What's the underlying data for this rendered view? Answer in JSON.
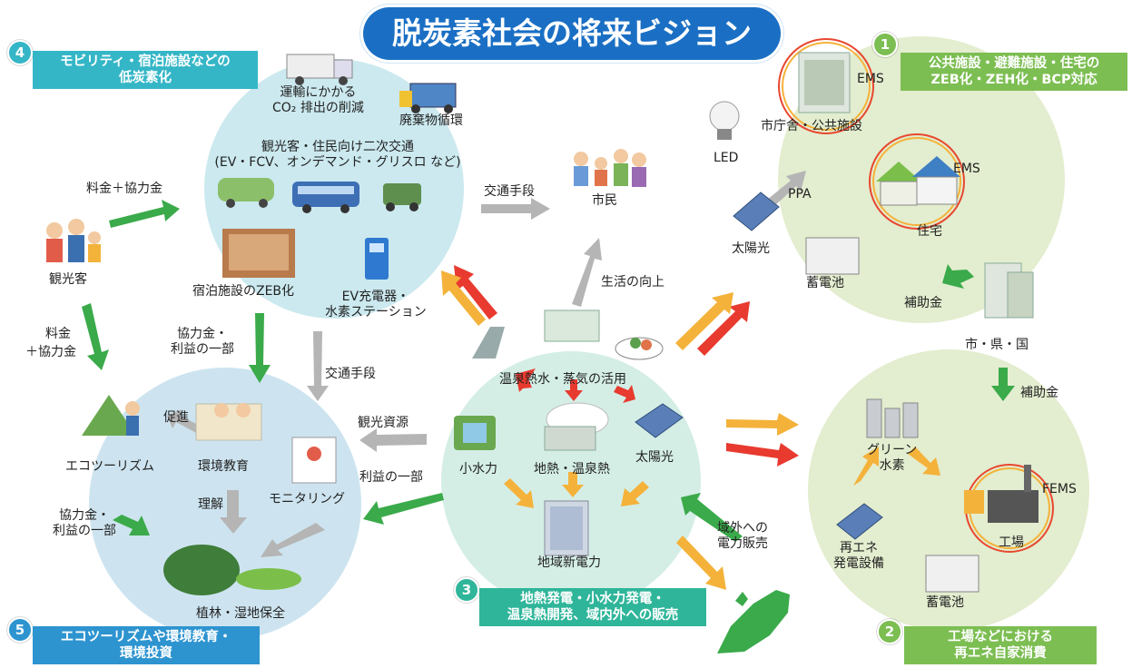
{
  "title": "脱炭素社会の将来ビジョン",
  "colors": {
    "title_bg": "#1a6fc4",
    "circle_mobility": "#cbe9ef",
    "circle_public": "#e3edcf",
    "circle_geothermal": "#d4eee6",
    "circle_factory": "#e3edcf",
    "circle_eco": "#cde4f0",
    "banner_teal": "#35b6c7",
    "banner_green": "#7cbe52",
    "banner_sea": "#2fb59a",
    "banner_blue": "#2d94d0",
    "arrow_green": "#3aaa4a",
    "arrow_red": "#e83a2f",
    "arrow_orange": "#f4b23a",
    "arrow_gray": "#b5b5b5"
  },
  "sections": {
    "mobility": {
      "number": "4",
      "banner": [
        "モビリティ・宿泊施設などの",
        "低炭素化"
      ],
      "transport_reduction": [
        "運輸にかかる",
        "CO₂ 排出の削減"
      ],
      "waste": "廃棄物循環",
      "secondary_transport": [
        "観光客・住民向け二次交通",
        "(EV・FCV、オンデマンド・グリスロ など)"
      ],
      "hotel_zeb": "宿泊施設のZEB化",
      "ev_charger": [
        "EV充電器・",
        "水素ステーション"
      ]
    },
    "public": {
      "number": "1",
      "banner": [
        "公共施設・避難施設・住宅の",
        "ZEB化・ZEH化・BCP対応"
      ],
      "city_hall": "市庁舎・公共施設",
      "ems1": "EMS",
      "ems2": "EMS",
      "led": "LED",
      "ppa": "PPA",
      "house": "住宅",
      "solar": "太陽光",
      "battery": "蓄電池"
    },
    "geothermal": {
      "number": "3",
      "banner": [
        "地熱発電・小水力発電・",
        "温泉熱開発、域内外への販売"
      ],
      "hot_spring_use": "温泉熱水・蒸気の活用",
      "small_hydro": "小水力",
      "geothermal_heat": "地熱・温泉熱",
      "solar": "太陽光",
      "local_power": "地域新電力"
    },
    "factory": {
      "number": "2",
      "banner": [
        "工場などにおける",
        "再エネ自家消費"
      ],
      "green_hydrogen": [
        "グリーン",
        "水素"
      ],
      "fems": "FEMS",
      "factory": "工場",
      "renewable": [
        "再エネ",
        "発電設備"
      ],
      "battery": "蓄電池"
    },
    "eco": {
      "number": "5",
      "banner": [
        "エコツーリズムや環境教育・",
        "環境投資"
      ],
      "ecotourism": "エコツーリズム",
      "education": "環境教育",
      "promotion": "促進",
      "understanding": "理解",
      "monitoring": "モニタリング",
      "forest": "植林・湿地保全"
    }
  },
  "actors": {
    "tourists": "観光客",
    "citizens": "市民",
    "government": "市・県・国"
  },
  "flows": {
    "fee_and_donation": "料金＋協力金",
    "fee": "料金",
    "plus_donation": "＋協力金",
    "donation_profit_a": [
      "協力金・",
      "利益の一部"
    ],
    "donation_profit_b": [
      "協力金・",
      "利益の一部"
    ],
    "transport_means_1": "交通手段",
    "transport_means_2": "交通手段",
    "quality_of_life": "生活の向上",
    "subsidy_1": "補助金",
    "subsidy_2": "補助金",
    "tourism_resources": "観光資源",
    "profit_part": "利益の一部",
    "external_sales": [
      "域外への",
      "電力販売"
    ]
  }
}
